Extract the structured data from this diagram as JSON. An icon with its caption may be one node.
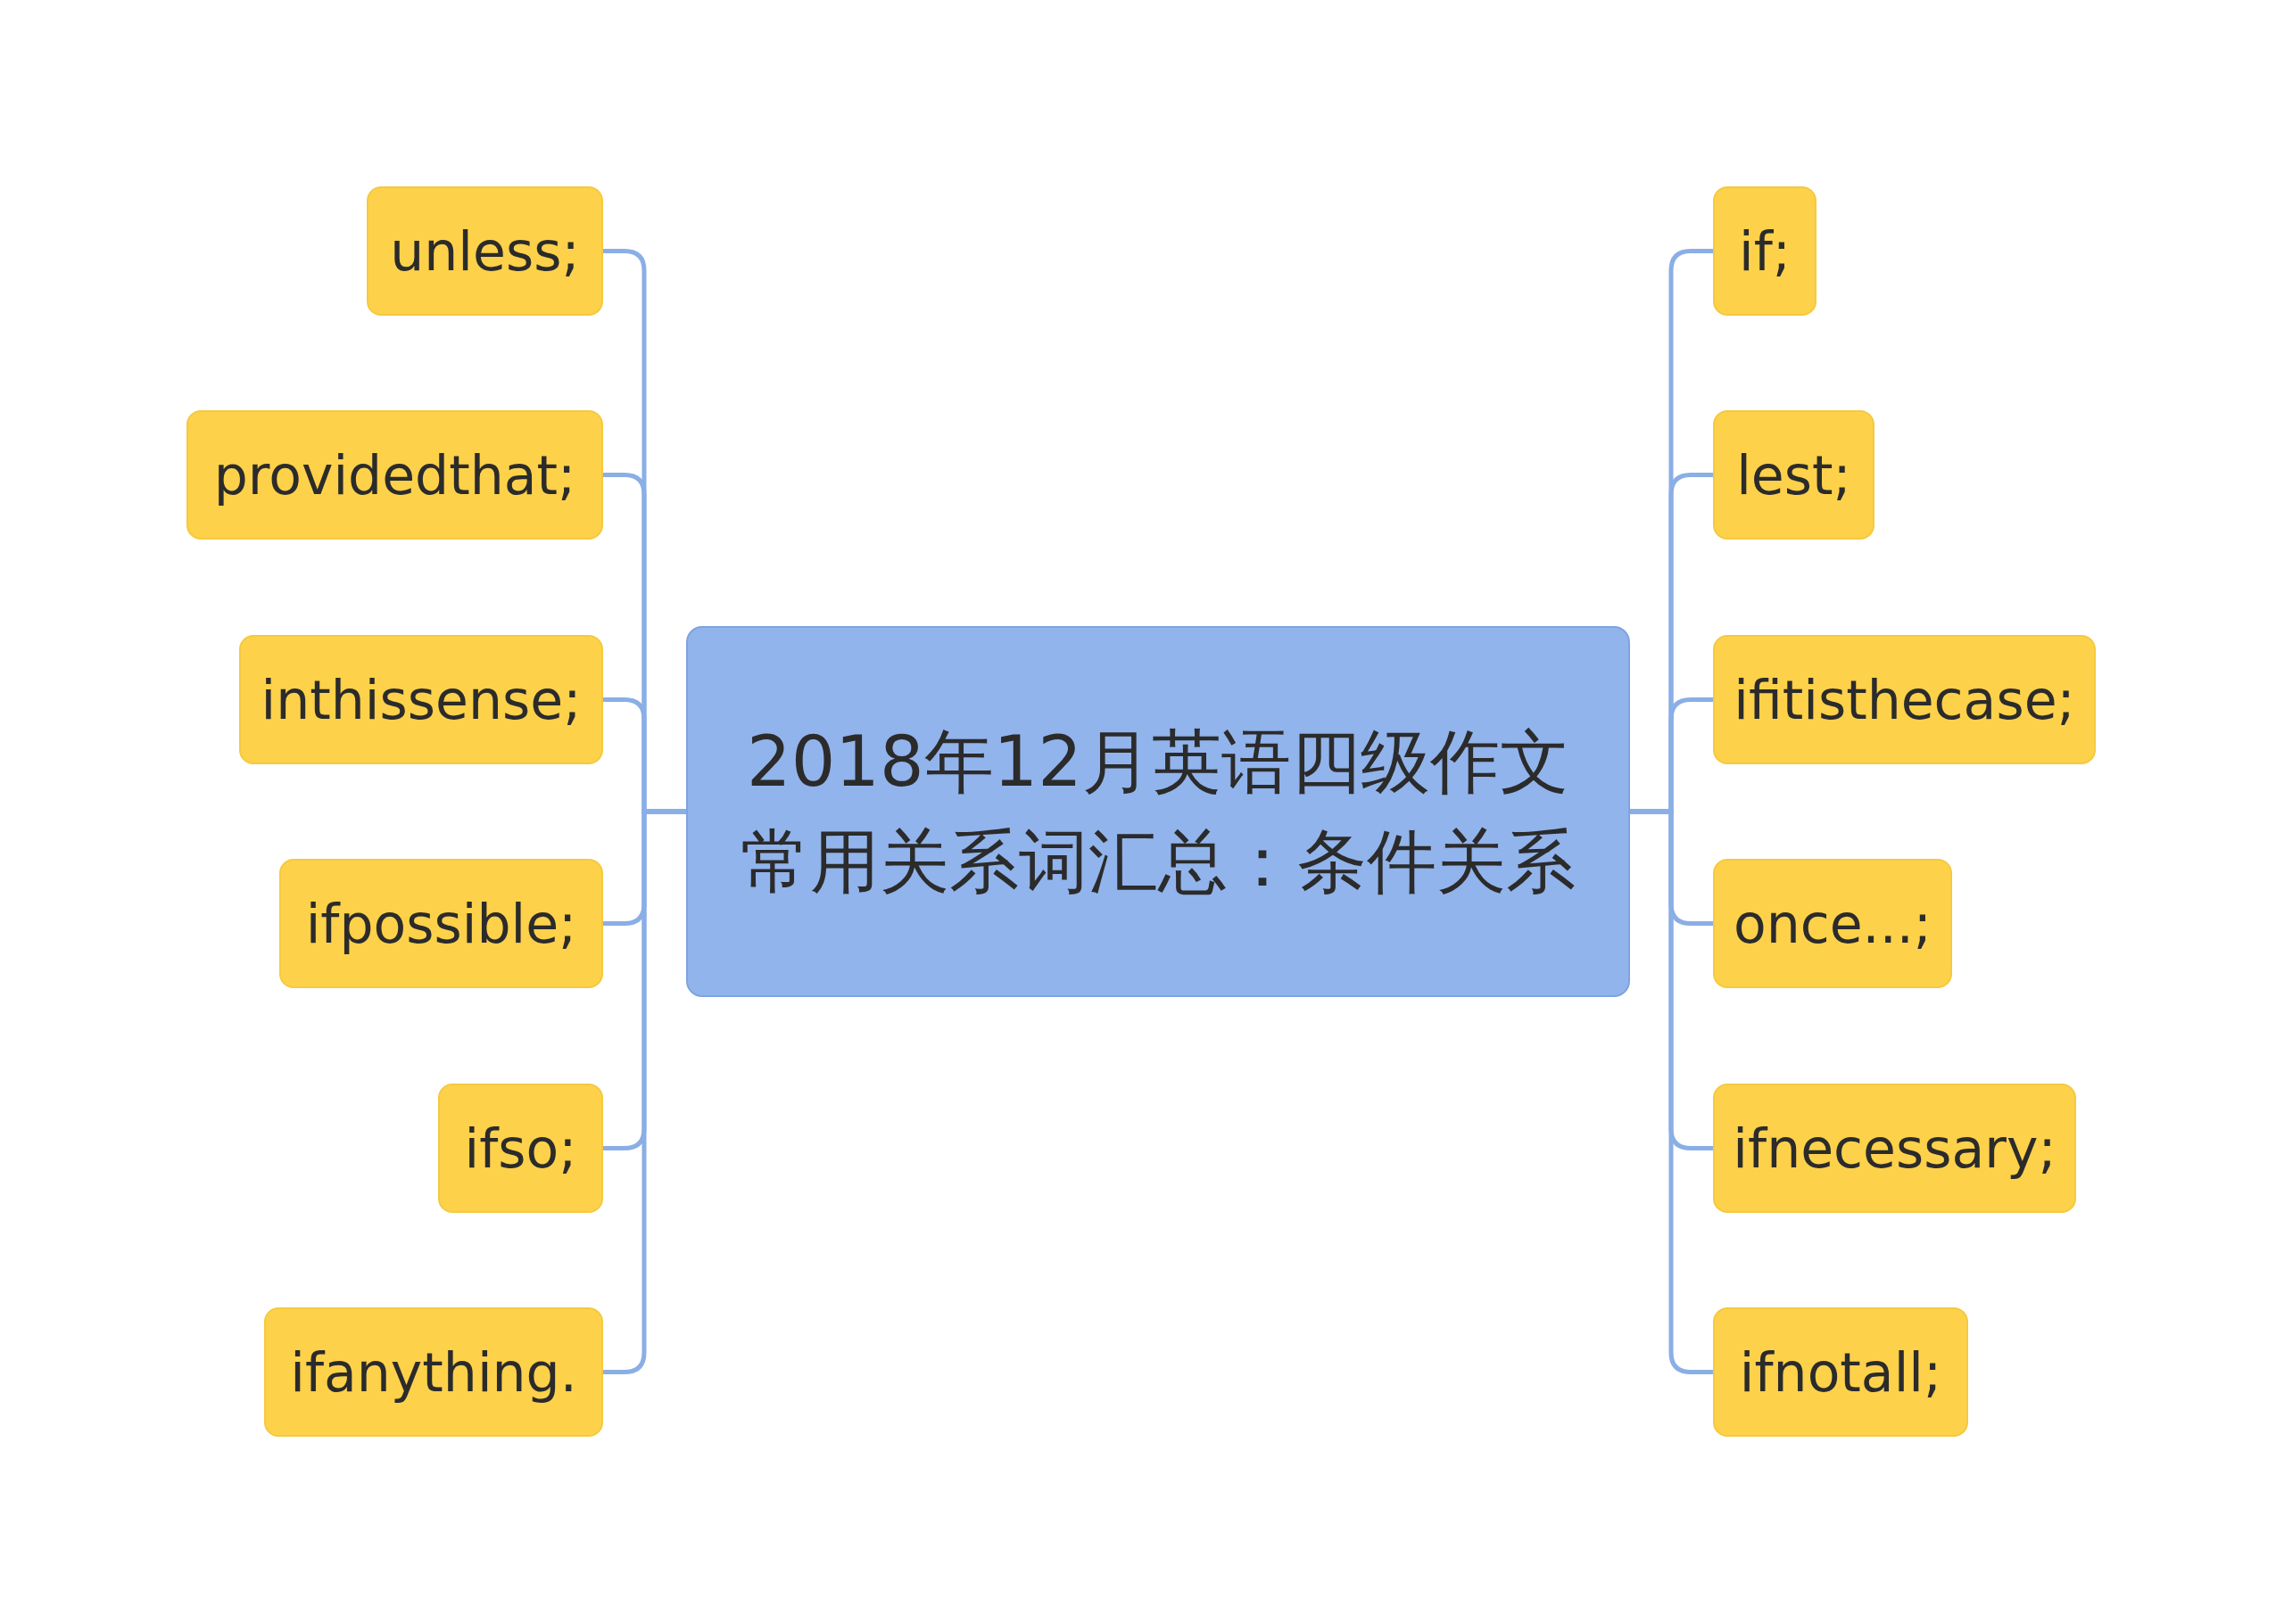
{
  "diagram": {
    "nodes": [
      {
        "text": [
          "2018年12月英语四级作文常用关系词汇总：条件关系"
        ]
      },
      {
        "text": [
          "unless;"
        ]
      },
      {
        "text": [
          "providedthat;"
        ]
      },
      {
        "text": [
          "inthissense;"
        ]
      },
      {
        "text": [
          "ifpossible;"
        ]
      },
      {
        "text": [
          "ifso;"
        ]
      },
      {
        "text": [
          "ifanything."
        ]
      },
      {
        "text": [
          "if;"
        ]
      },
      {
        "text": [
          "lest;"
        ]
      },
      {
        "text": [
          "ifitisthecase;"
        ]
      },
      {
        "text": [
          "once...;"
        ]
      },
      {
        "text": [
          "ifnecessary;"
        ]
      },
      {
        "text": [
          "ifnotall;"
        ]
      }
    ],
    "edges": [
      {
        "from": 0,
        "to": 1,
        "arrow": "none"
      },
      {
        "from": 0,
        "to": 2,
        "arrow": "none"
      },
      {
        "from": 0,
        "to": 3,
        "arrow": "none"
      },
      {
        "from": 0,
        "to": 4,
        "arrow": "none"
      },
      {
        "from": 0,
        "to": 5,
        "arrow": "none"
      },
      {
        "from": 0,
        "to": 6,
        "arrow": "none"
      },
      {
        "from": 0,
        "to": 7,
        "arrow": "none"
      },
      {
        "from": 0,
        "to": 8,
        "arrow": "none"
      },
      {
        "from": 0,
        "to": 9,
        "arrow": "none"
      },
      {
        "from": 0,
        "to": 10,
        "arrow": "none"
      },
      {
        "from": 0,
        "to": 11,
        "arrow": "none"
      },
      {
        "from": 0,
        "to": 12,
        "arrow": "none"
      }
    ]
  }
}
